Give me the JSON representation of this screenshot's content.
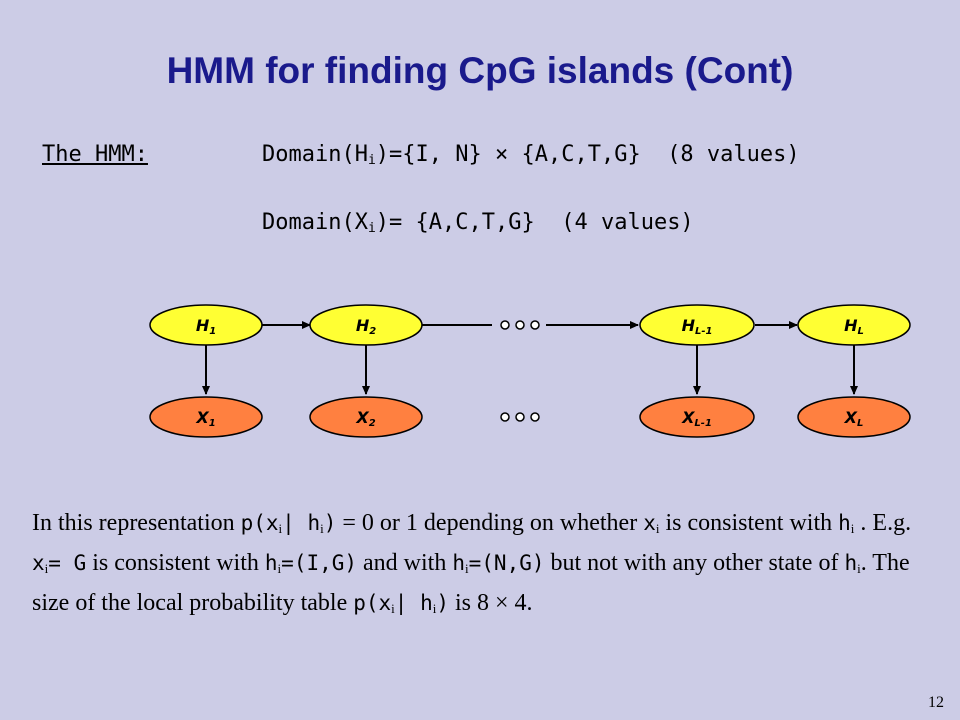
{
  "title": "HMM for finding CpG islands (Cont)",
  "hmm_label": "The HMM:",
  "line1": {
    "pre": "Domain(H",
    "sub": "i",
    "post": ")={I, N} × {A,C,T,G}  (8 values)"
  },
  "line2": {
    "pre": "Domain(X",
    "sub": "i",
    "post": ")= {A,C,T,G}  (4 values)"
  },
  "nodes": {
    "h1": {
      "base": "H",
      "sub": "1"
    },
    "h2": {
      "base": "H",
      "sub": "2"
    },
    "hl1": {
      "base": "H",
      "sub": "L-1"
    },
    "hl": {
      "base": "H",
      "sub": "L"
    },
    "x1": {
      "base": "X",
      "sub": "1"
    },
    "x2": {
      "base": "X",
      "sub": "2"
    },
    "xl1": {
      "base": "X",
      "sub": "L-1"
    },
    "xl": {
      "base": "X",
      "sub": "L"
    }
  },
  "colors": {
    "background": "#cccce6",
    "title": "#1a1a8c",
    "hidden_node": "#ffff33",
    "observed_node": "#ff8040"
  },
  "para": {
    "t1": "In this representation ",
    "m1": "p(x",
    "s1": "i",
    "m2": "| h",
    "s2": "i",
    "m3": ")",
    "t2": " = 0 or 1 depending on whether ",
    "m4": "x",
    "s3": "i",
    "t3": " is consistent with ",
    "m5": "h",
    "s4": "i",
    "t4": " .  E.g. ",
    "m6": "x",
    "s5": "i",
    "m7": "= G",
    "t5": " is consistent with ",
    "m8": "h",
    "s6": "i",
    "m9": "=(I,G)",
    "t6": " and with ",
    "m10": "h",
    "s7": "i",
    "m11": "=(N,G)",
    "t7": " but not with any other state of ",
    "m12": "h",
    "s8": "i",
    "t8": ". The size of the local probability table ",
    "m13": "p(x",
    "s9": "i",
    "m14": "| h",
    "s10": "i",
    "m15": ")",
    "t9": " is 8 × 4."
  },
  "page_number": "12"
}
